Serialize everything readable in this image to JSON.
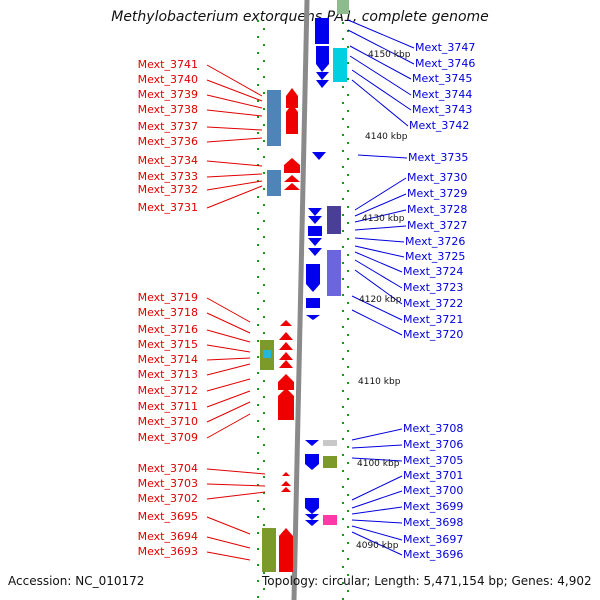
{
  "title": "Methylobacterium extorquens PA1, complete genome",
  "footer": {
    "accession": "Accession: NC_010172",
    "topology": "Topology: circular; Length: 5,471,154 bp; Genes: 4,902"
  },
  "colors": {
    "forward": "#ee0000",
    "reverse": "#0000ee"
  },
  "scale_labels": [
    "4150 kbp",
    "4140 kbp",
    "4130 kbp",
    "4120 kbp",
    "4110 kbp",
    "4100 kbp",
    "4090 kbp"
  ],
  "left_genes": [
    "Mext_3741",
    "Mext_3740",
    "Mext_3739",
    "Mext_3738",
    "Mext_3737",
    "Mext_3736",
    "Mext_3734",
    "Mext_3733",
    "Mext_3732",
    "Mext_3731",
    "Mext_3719",
    "Mext_3718",
    "Mext_3716",
    "Mext_3715",
    "Mext_3714",
    "Mext_3713",
    "Mext_3712",
    "Mext_3711",
    "Mext_3710",
    "Mext_3709",
    "Mext_3704",
    "Mext_3703",
    "Mext_3702",
    "Mext_3695",
    "Mext_3694",
    "Mext_3693"
  ],
  "right_genes": [
    "Mext_3747",
    "Mext_3746",
    "Mext_3745",
    "Mext_3744",
    "Mext_3743",
    "Mext_3742",
    "Mext_3735",
    "Mext_3730",
    "Mext_3729",
    "Mext_3728",
    "Mext_3727",
    "Mext_3726",
    "Mext_3725",
    "Mext_3724",
    "Mext_3723",
    "Mext_3722",
    "Mext_3721",
    "Mext_3720",
    "Mext_3708",
    "Mext_3706",
    "Mext_3705",
    "Mext_3701",
    "Mext_3700",
    "Mext_3699",
    "Mext_3698",
    "Mext_3697",
    "Mext_3696"
  ]
}
